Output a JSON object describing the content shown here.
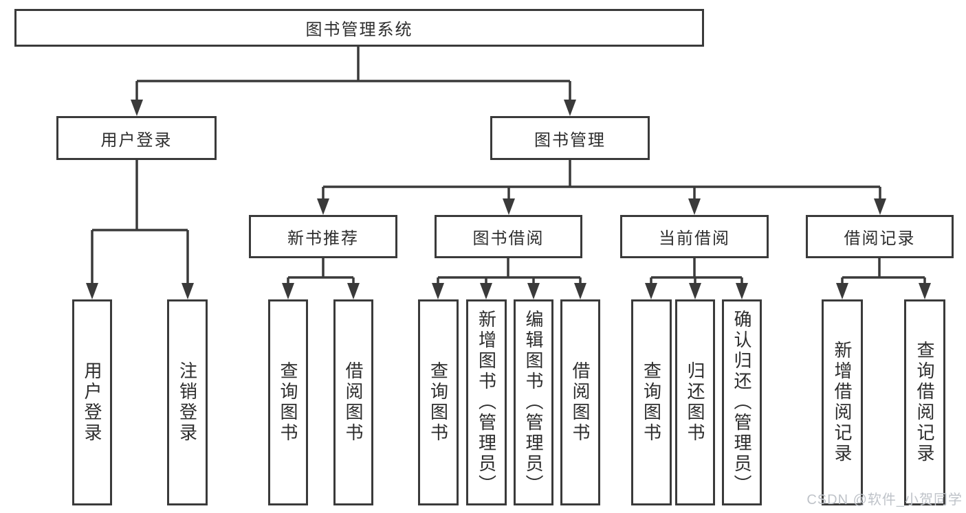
{
  "diagram": {
    "title": "图书管理系统",
    "level2": {
      "user_login": "用户登录",
      "book_mgmt": "图书管理"
    },
    "level3": {
      "new_books": "新书推荐",
      "book_borrow": "图书借阅",
      "current_borrow": "当前借阅",
      "borrow_records": "借阅记录"
    },
    "leaves": {
      "user_login": [
        "用户登录",
        "注销登录"
      ],
      "new_books": [
        "查询图书",
        "借阅图书"
      ],
      "book_borrow": [
        "查询图书",
        "新增图书（管理员）",
        "编辑图书（管理员）",
        "借阅图书"
      ],
      "current_borrow": [
        "查询图书",
        "归还图书",
        "确认归还（管理员）"
      ],
      "borrow_records": [
        "新增借阅记录",
        "查询借阅记录"
      ]
    }
  },
  "watermark": "CSDN @软件_小贺同学",
  "colors": {
    "line": "#3a3a3a",
    "text": "#2d2d2d",
    "box_bg": "#ffffff",
    "watermark": "#bfc3c9"
  }
}
